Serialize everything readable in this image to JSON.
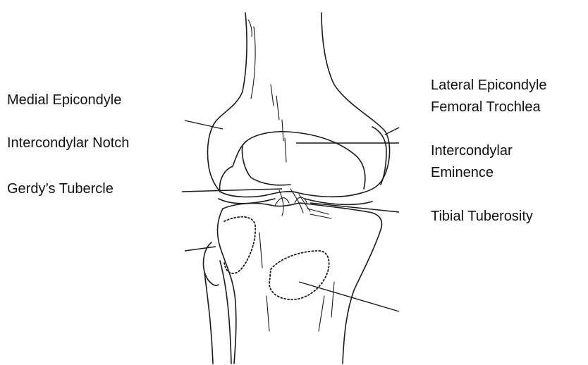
{
  "labels": {
    "medial_epicondyle": "Medial Epicondyle",
    "intercondylar_notch": "Intercondylar Notch",
    "gerdys_tubercle": "Gerdy’s Tubercle",
    "lateral_epicondyle": "Lateral Epicondyle",
    "femoral_trochlea": "Femoral Trochlea",
    "intercondylar_eminence_line1": "Intercondylar",
    "intercondylar_eminence_line2": "Eminence",
    "tibial_tuberosity": "Tibial Tuberosity"
  }
}
